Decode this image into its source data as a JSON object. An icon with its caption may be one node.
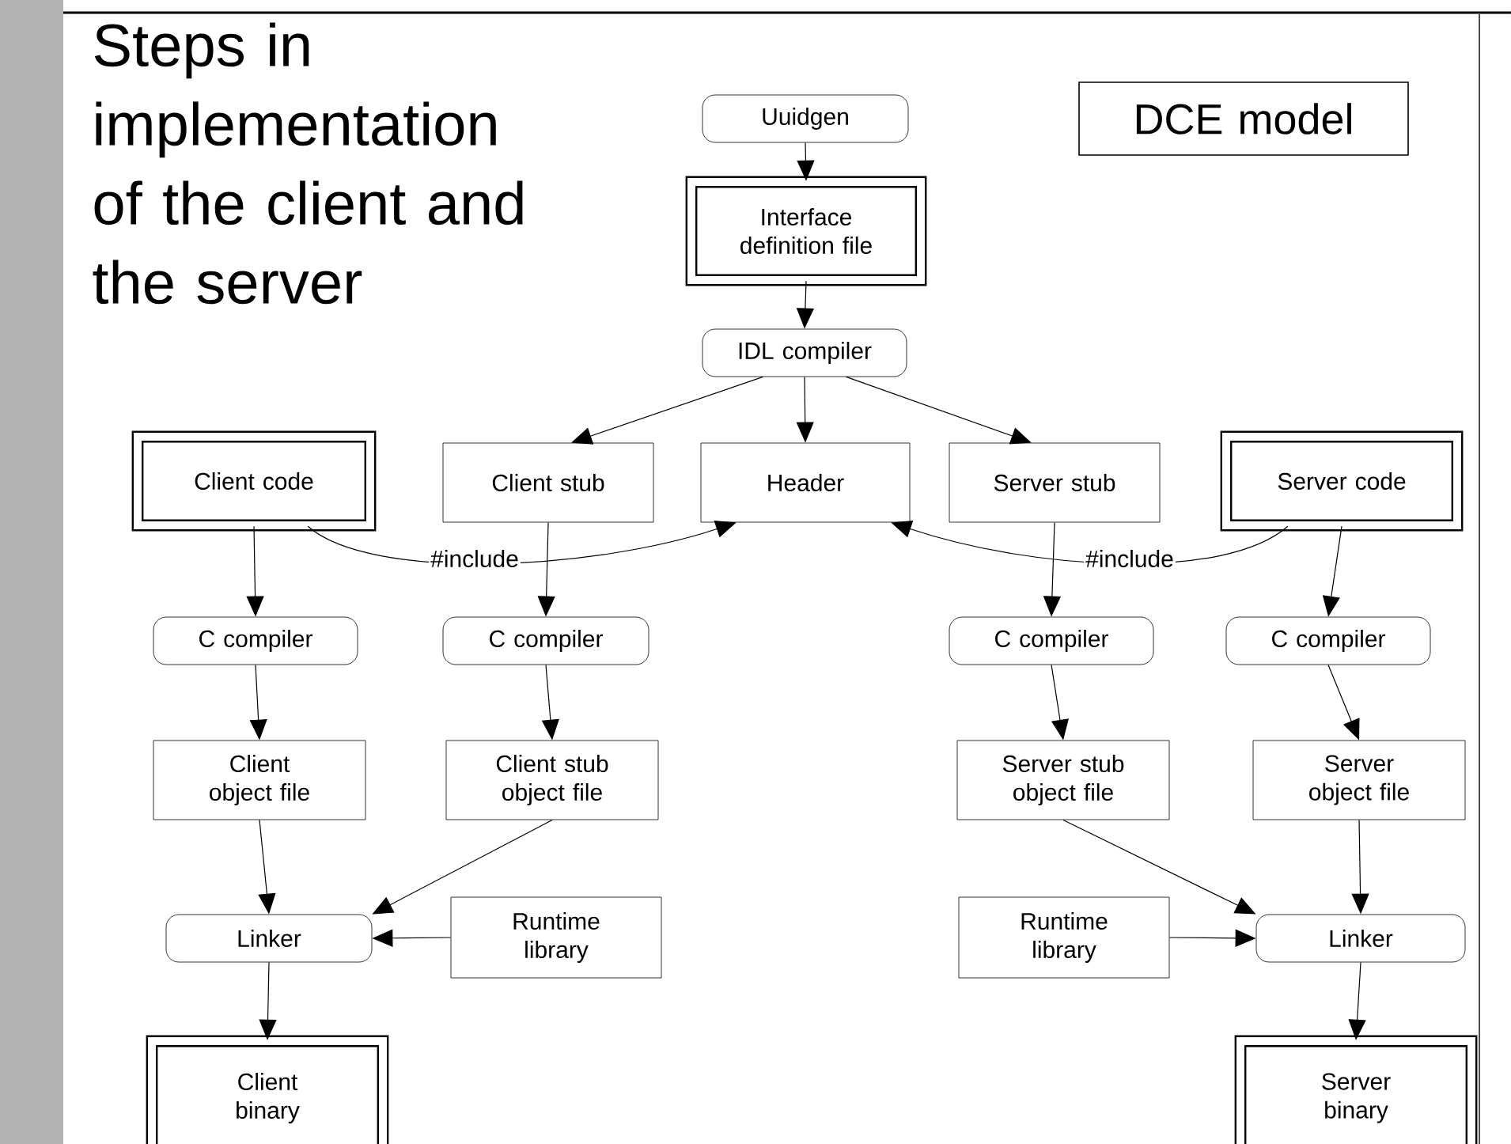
{
  "diagram": {
    "title": "Steps in implementation of the client and the server",
    "nodes": [
      {
        "text": [
          "DCE model"
        ]
      },
      {
        "text": [
          "Uuidgen"
        ]
      },
      {
        "text": [
          "Interface definition file"
        ]
      },
      {
        "text": [
          "IDL compiler"
        ]
      },
      {
        "text": [
          "Client code"
        ]
      },
      {
        "text": [
          "Client stub"
        ]
      },
      {
        "text": [
          "Header"
        ]
      },
      {
        "text": [
          "Server stub"
        ]
      },
      {
        "text": [
          "Server code"
        ]
      },
      {
        "text": [
          "C compiler"
        ]
      },
      {
        "text": [
          "C compiler"
        ]
      },
      {
        "text": [
          "C compiler"
        ]
      },
      {
        "text": [
          "C compiler"
        ]
      },
      {
        "text": [
          "Client object file"
        ]
      },
      {
        "text": [
          "Client stub object file"
        ]
      },
      {
        "text": [
          "Server stub object file"
        ]
      },
      {
        "text": [
          "Server object file"
        ]
      },
      {
        "text": [
          "Linker"
        ]
      },
      {
        "text": [
          "Runtime library"
        ]
      },
      {
        "text": [
          "Runtime library"
        ]
      },
      {
        "text": [
          "Linker"
        ]
      },
      {
        "text": [
          "Client binary"
        ]
      },
      {
        "text": [
          "Server binary"
        ]
      }
    ],
    "edges": [
      {
        "from": 1,
        "to": 2,
        "arrow": "to"
      },
      {
        "from": 2,
        "to": 3,
        "arrow": "to"
      },
      {
        "from": 3,
        "to": 5,
        "arrow": "to"
      },
      {
        "from": 3,
        "to": 6,
        "arrow": "to"
      },
      {
        "from": 3,
        "to": 7,
        "arrow": "to"
      },
      {
        "from": 4,
        "to": 6,
        "arrow": "to",
        "label": "#include"
      },
      {
        "from": 8,
        "to": 6,
        "arrow": "to",
        "label": "#include"
      },
      {
        "from": 4,
        "to": 9,
        "arrow": "to"
      },
      {
        "from": 5,
        "to": 10,
        "arrow": "to"
      },
      {
        "from": 7,
        "to": 11,
        "arrow": "to"
      },
      {
        "from": 8,
        "to": 12,
        "arrow": "to"
      },
      {
        "from": 9,
        "to": 13,
        "arrow": "to"
      },
      {
        "from": 10,
        "to": 14,
        "arrow": "to"
      },
      {
        "from": 11,
        "to": 15,
        "arrow": "to"
      },
      {
        "from": 12,
        "to": 16,
        "arrow": "to"
      },
      {
        "from": 13,
        "to": 17,
        "arrow": "to"
      },
      {
        "from": 14,
        "to": 17,
        "arrow": "to"
      },
      {
        "from": 18,
        "to": 17,
        "arrow": "to"
      },
      {
        "from": 15,
        "to": 20,
        "arrow": "to"
      },
      {
        "from": 19,
        "to": 20,
        "arrow": "to"
      },
      {
        "from": 16,
        "to": 20,
        "arrow": "to"
      },
      {
        "from": 17,
        "to": 21,
        "arrow": "to"
      },
      {
        "from": 20,
        "to": 22,
        "arrow": "to"
      }
    ]
  }
}
